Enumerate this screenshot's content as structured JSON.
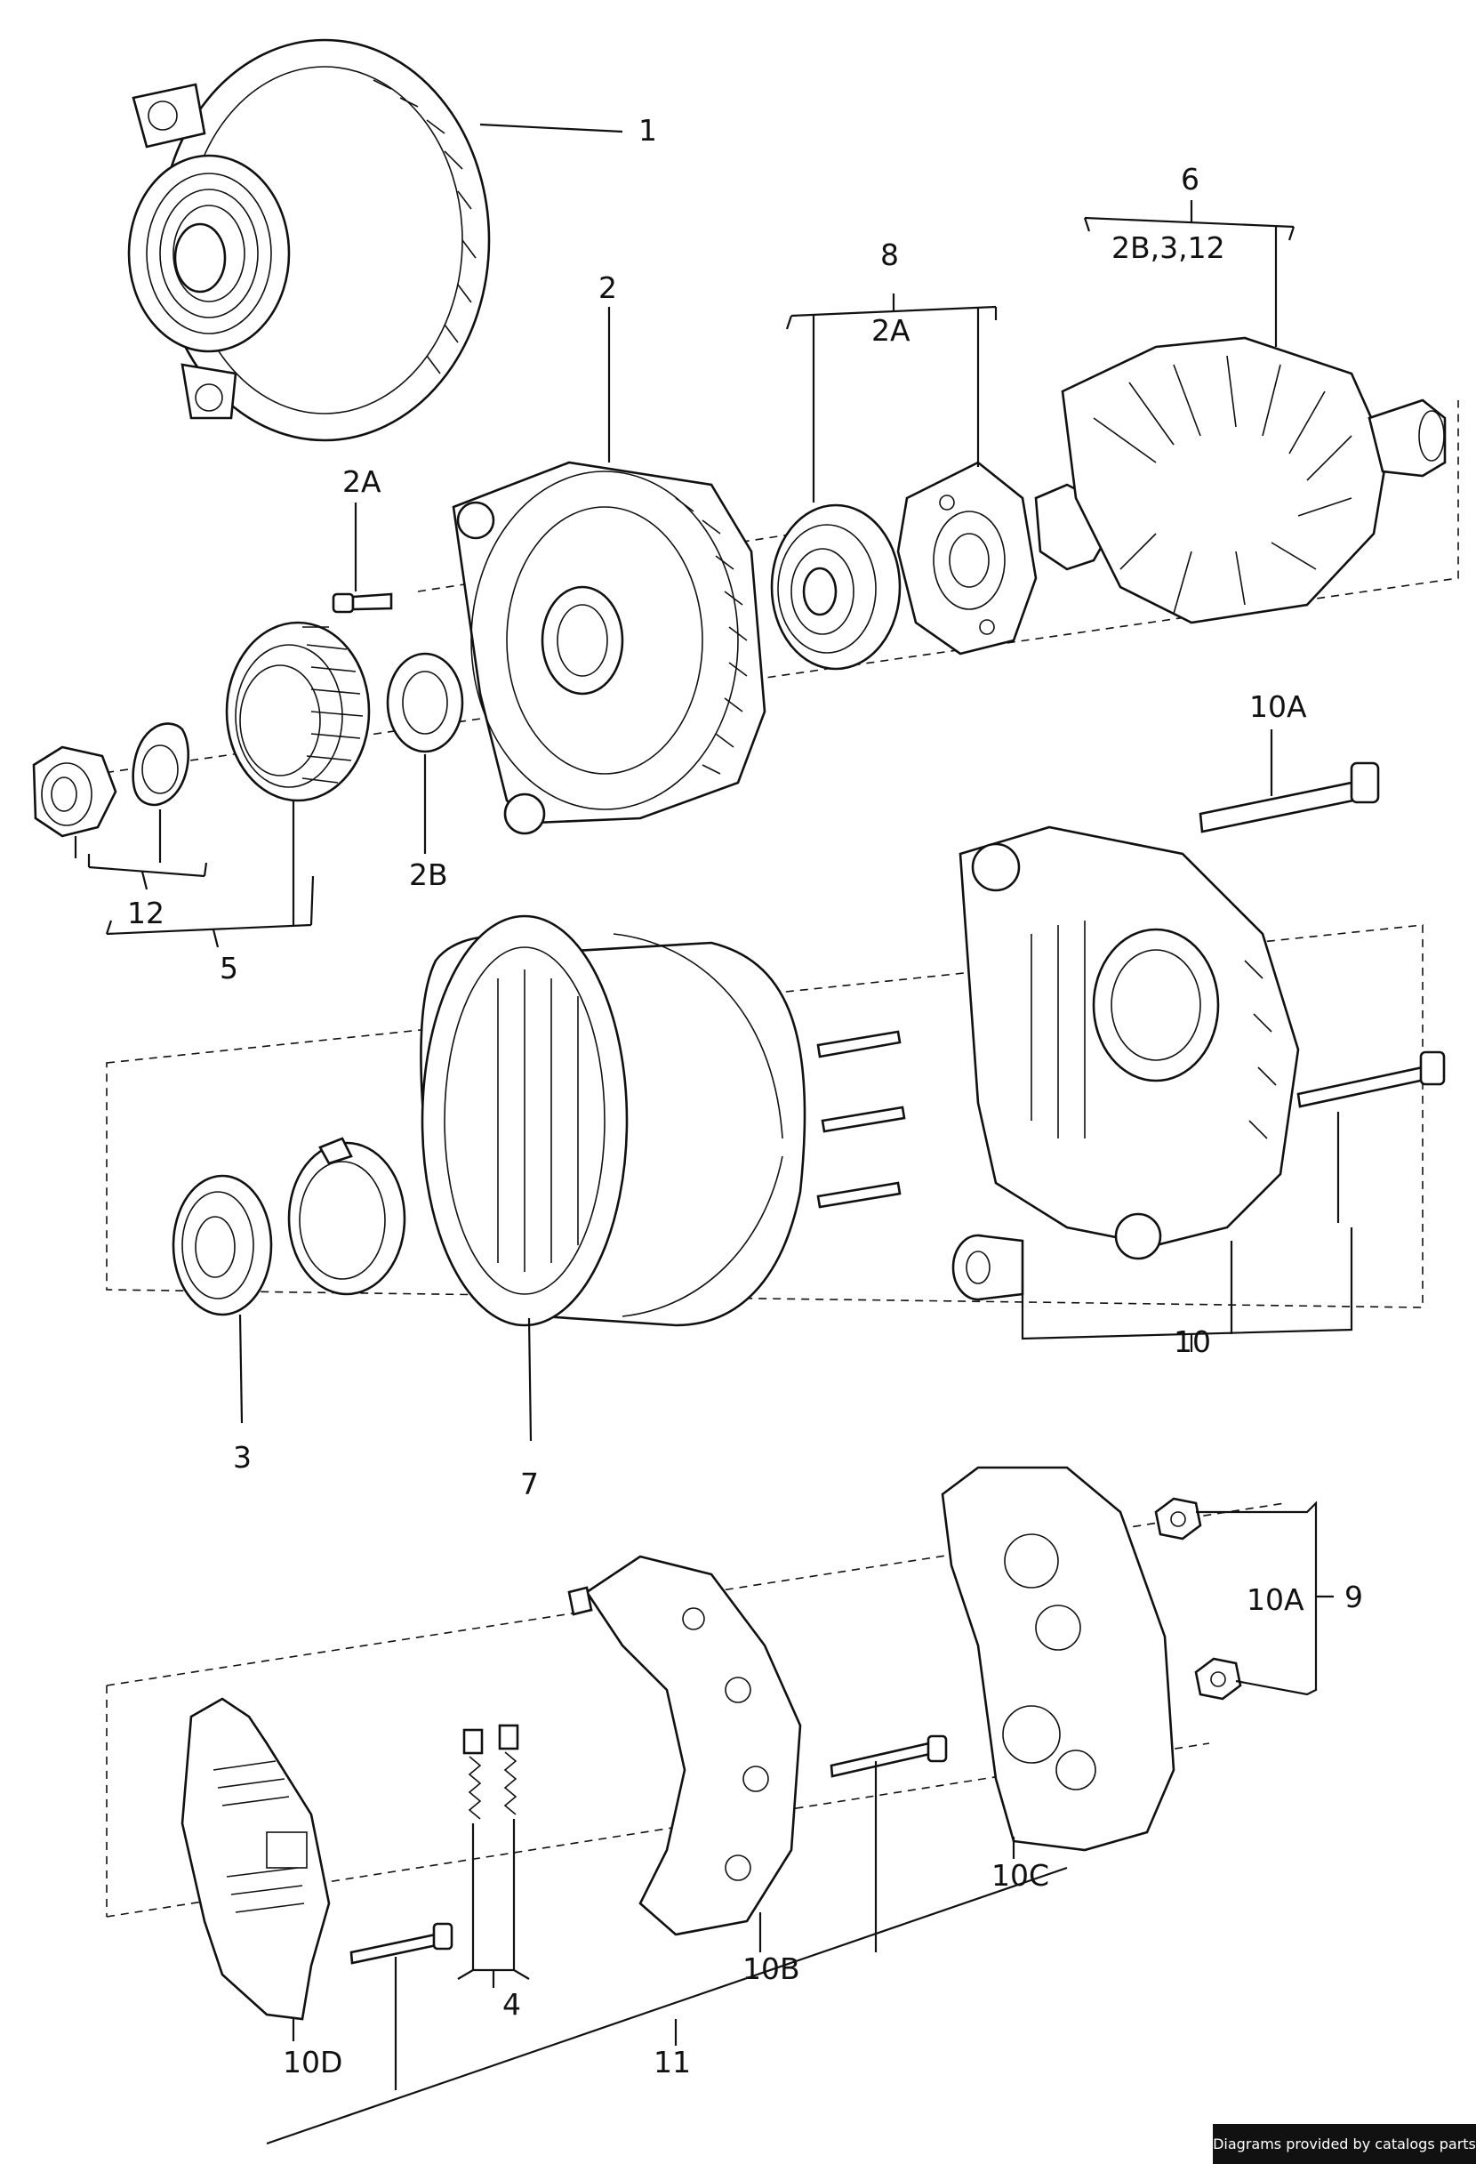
{
  "labels": {
    "1": "1",
    "2": "2",
    "2A": "2A",
    "2A_b": "2A",
    "2B": "2B",
    "3": "3",
    "4": "4",
    "5": "5",
    "6": "6",
    "6_sub": "2B,3,12",
    "7": "7",
    "8": "8",
    "9": "9",
    "10": "10",
    "10A": "10A",
    "10A_b": "10A",
    "10B": "10B",
    "10C": "10C",
    "10D": "10D",
    "11": "11",
    "12": "12"
  },
  "credit": "Diagrams provided by catalogs parts"
}
